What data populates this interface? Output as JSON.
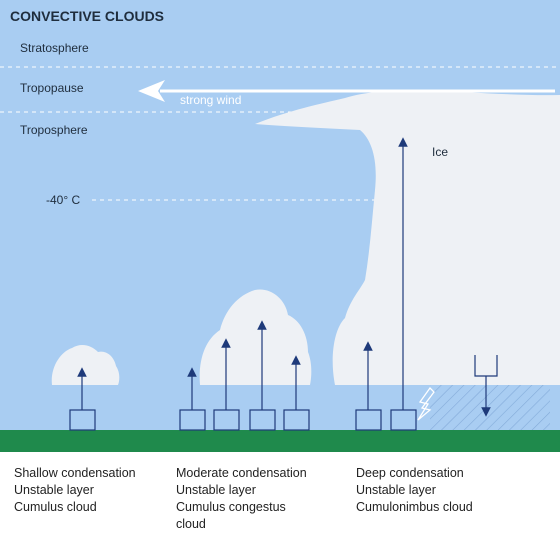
{
  "title": "CONVECTIVE CLOUDS",
  "layers": {
    "stratosphere": "Stratosphere",
    "tropopause": "Tropopause",
    "troposphere": "Troposphere"
  },
  "wind_label": "strong wind",
  "temperature_label": "-40° C",
  "ice_label": "Ice",
  "captions": [
    {
      "line1": "Shallow condensation",
      "line2": "Unstable layer",
      "line3": "Cumulus cloud",
      "line4": ""
    },
    {
      "line1": "Moderate condensation",
      "line2": "Unstable layer",
      "line3": "Cumulus congestus",
      "line4": "cloud"
    },
    {
      "line1": "Deep condensation",
      "line2": "Unstable layer",
      "line3": "Cumulonimbus cloud",
      "line4": ""
    }
  ],
  "colors": {
    "sky": "#a9cdf2",
    "cloud": "#eef1f5",
    "ground": "#1f8a4c",
    "arrow": "#1e3a7a",
    "dashed": "#ffffff",
    "text": "#222222"
  }
}
